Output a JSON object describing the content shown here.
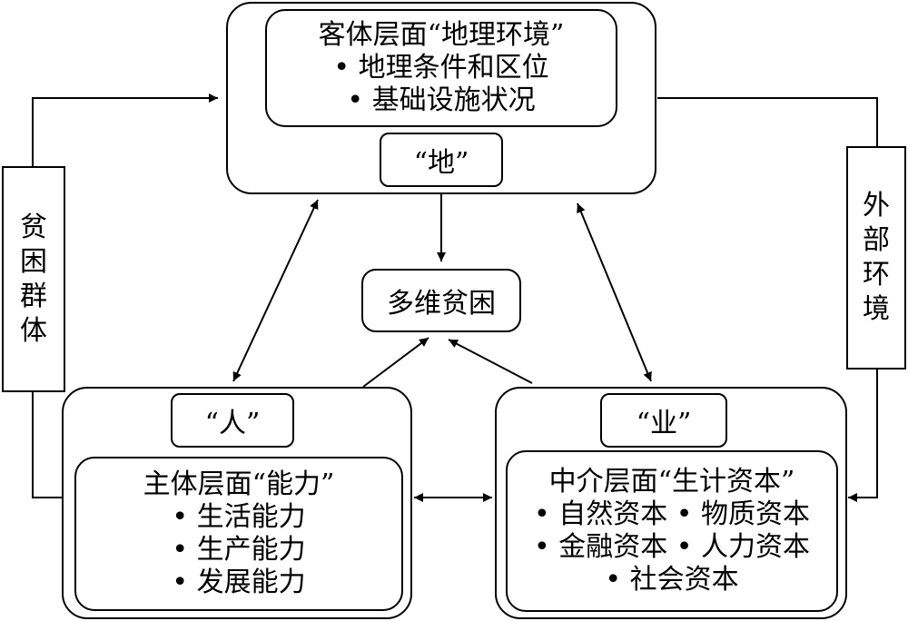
{
  "top": {
    "heading": "客体层面“地理环境”",
    "bullets": [
      "• 地理条件和区位",
      "• 基础设施状况"
    ],
    "tag": "“地”"
  },
  "center": {
    "label": "多维贫困"
  },
  "left": {
    "tag": "“人”",
    "heading": "主体层面“能力”",
    "bullets": [
      "• 生活能力",
      "• 生产能力",
      "• 发展能力"
    ]
  },
  "right": {
    "tag": "“业”",
    "heading": "中介层面“生计资本”",
    "bullets": [
      "• 自然资本 • 物质资本",
      "• 金融资本 • 人力资本",
      "• 社会资本"
    ]
  },
  "side_left": {
    "chars": [
      "贫",
      "困",
      "群",
      "体"
    ]
  },
  "side_right": {
    "chars": [
      "外",
      "部",
      "环",
      "境"
    ]
  }
}
